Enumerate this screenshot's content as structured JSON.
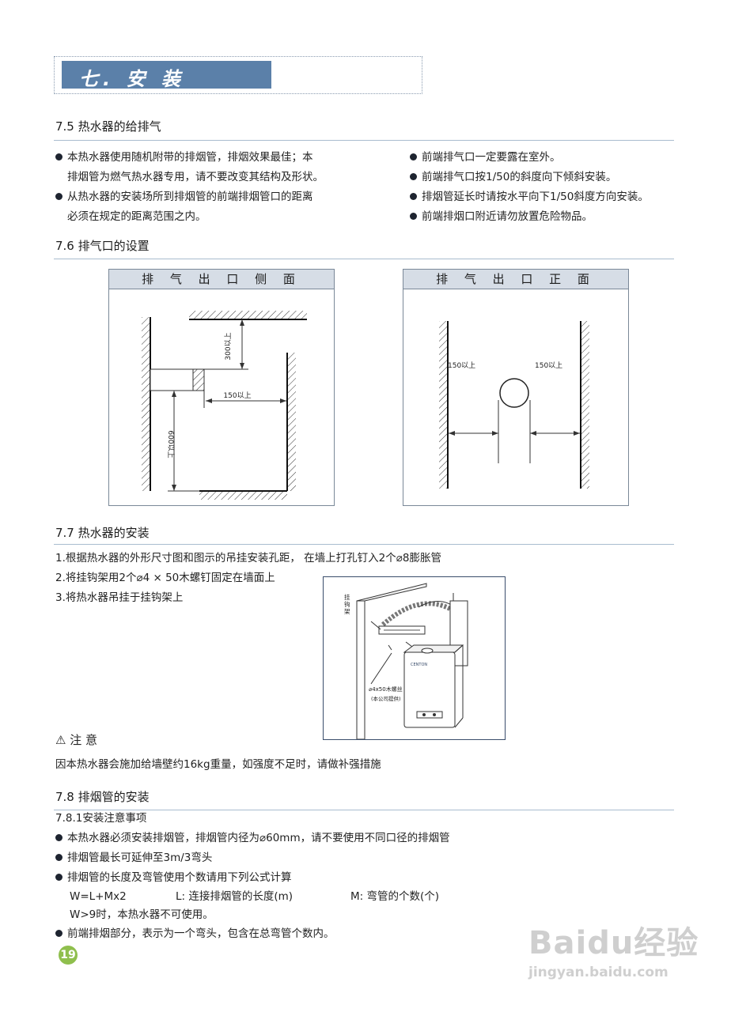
{
  "header": {
    "title": "七. 安 装"
  },
  "s75": {
    "title": "7.5 热水器的给排气",
    "left": [
      "本热水器使用随机附带的排烟管，排烟效果最佳；本",
      "排烟管为燃气热水器专用，请不要改变其结构及形状。",
      "从热水器的安装场所到排烟管的前端排烟管口的距离",
      "必须在规定的距离范围之内。"
    ],
    "right": [
      "前端排气口一定要露在室外。",
      "前端排气口按1/50的斜度向下倾斜安装。",
      "排烟管延长时请按水平向下1/50斜度方向安装。",
      "前端排烟口附近请勿放置危险物品。"
    ]
  },
  "s76": {
    "title": "7.6 排气口的设置",
    "side": {
      "title": "排 气 出 口 侧 面",
      "dim_top": "300以上",
      "dim_right": "150以上",
      "dim_bottom": "600以上"
    },
    "front": {
      "title": "排 气 出 口 正 面",
      "dim_left": "150以上",
      "dim_right": "150以上"
    }
  },
  "s77": {
    "title": "7.7 热水器的安装",
    "steps": [
      "1.根据热水器的外形尺寸图和图示的吊挂安装孔距，  在墙上打孔钉入2个⌀8膨胀管",
      "2.将挂钩架用2个⌀4 × 50木螺钉固定在墙面上",
      "3.将热水器吊挂于挂钩架上"
    ],
    "figure": {
      "hook_label": "挂钩架",
      "screw_label": "⌀4x50木螺丝",
      "screw_note": "(本公司提供)",
      "brand": "CENTON"
    }
  },
  "note": {
    "title": "注  意",
    "text": "因本热水器会施加给墙壁约16kg重量，如强度不足时，请做补强措施"
  },
  "s78": {
    "title": "7.8 排烟管的安装",
    "sub": "7.8.1安装注意事项",
    "items": [
      "本热水器必须安装排烟管，排烟管内径为⌀60mm，请不要使用不同口径的排烟管",
      "排烟管最长可延伸至3m/3弯头",
      "排烟管的长度及弯管使用个数请用下列公式计算"
    ],
    "formula": "W=L+Mx2",
    "L_def": "L:  连接排烟管的长度(m)",
    "M_def": "M:  弯管的个数(个)",
    "limit": "W>9时，本热水器不可使用。",
    "last": "前端排烟部分，表示为一个弯头，包含在总弯管个数内。"
  },
  "page_number": "19",
  "watermark": {
    "brand": "Baidu经验",
    "url": "jingyan.baidu.com"
  }
}
